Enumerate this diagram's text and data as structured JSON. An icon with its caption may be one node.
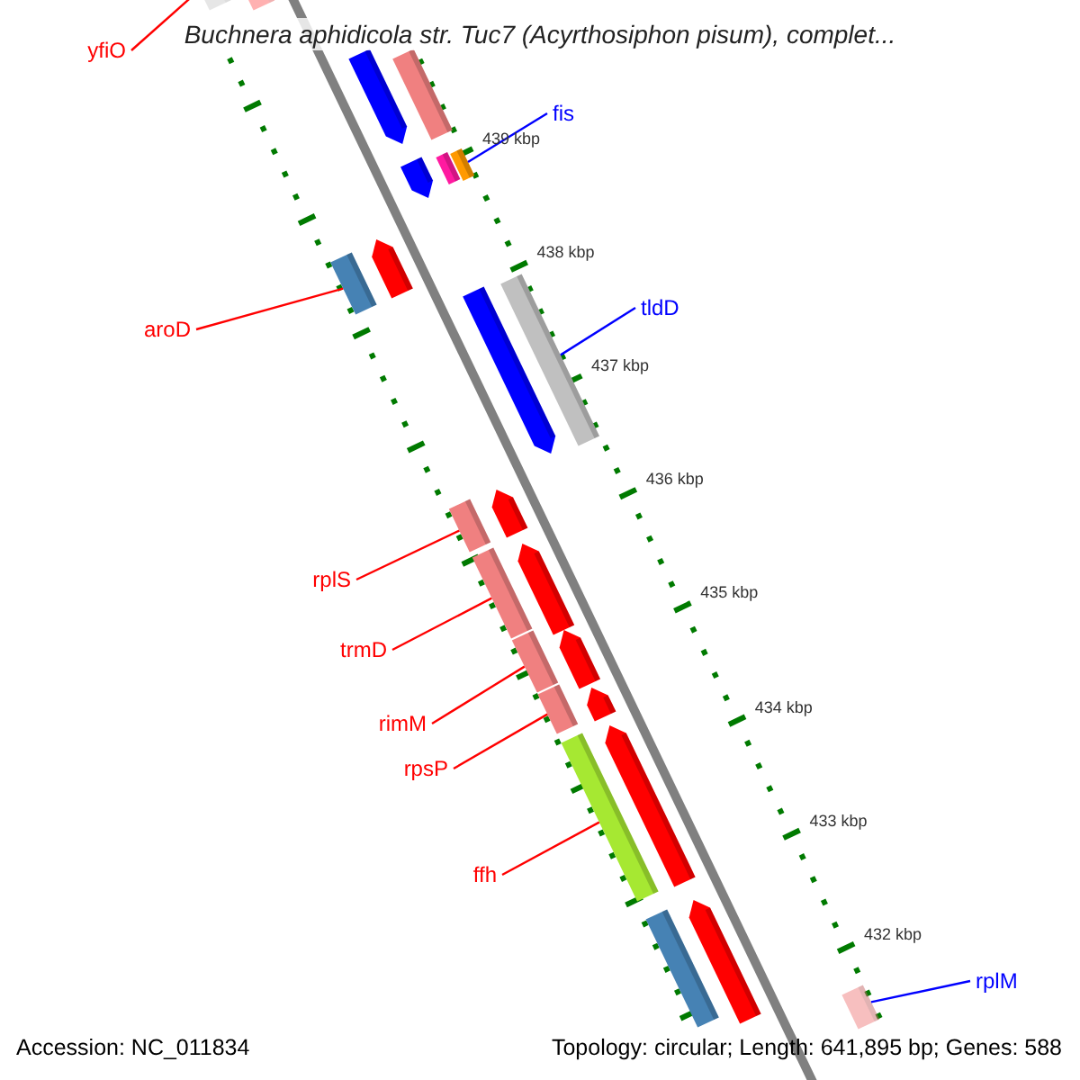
{
  "diagram": {
    "title": "Buchnera aphidicola str. Tuc7 (Acyrthosiphon pisum), complet...",
    "nodes": [
      {
        "text": [
          "yfiO"
        ]
      },
      {
        "text": [
          "fis"
        ]
      },
      {
        "text": [
          "aroD"
        ]
      },
      {
        "text": [
          "tldD"
        ]
      },
      {
        "text": [
          "rplS"
        ]
      },
      {
        "text": [
          "trmD"
        ]
      },
      {
        "text": [
          "rimM"
        ]
      },
      {
        "text": [
          "rpsP"
        ]
      },
      {
        "text": [
          "ffh"
        ]
      },
      {
        "text": [
          "rplM"
        ]
      },
      {
        "text": [],
        "shape": "bar"
      },
      {
        "text": [],
        "shape": "bar"
      },
      {
        "text": [],
        "shape": "bar"
      },
      {
        "text": [],
        "shape": "bar"
      },
      {
        "text": [],
        "shape": "bar"
      },
      {
        "text": [],
        "shape": "bar"
      },
      {
        "text": [],
        "shape": "bar"
      },
      {
        "text": [],
        "shape": "bar"
      },
      {
        "text": [],
        "shape": "bar"
      },
      {
        "text": [],
        "shape": "bar"
      },
      {
        "text": [],
        "shape": "bar"
      },
      {
        "text": [],
        "shape": "bar"
      },
      {
        "text": [],
        "shape": "bar"
      },
      {
        "text": [],
        "shape": "bar"
      },
      {
        "text": [],
        "shape": "bar"
      },
      {
        "text": [],
        "shape": "bar"
      },
      {
        "text": [],
        "shape": "bar"
      },
      {
        "text": [],
        "shape": "bar"
      },
      {
        "text": [],
        "shape": "bar"
      },
      {
        "text": [],
        "shape": "bar"
      },
      {
        "text": [],
        "shape": "bar"
      },
      {
        "text": [],
        "shape": "bar"
      },
      {
        "text": [],
        "shape": "bar"
      },
      {
        "text": [],
        "shape": "bar"
      }
    ],
    "edges": [
      {
        "from": 0,
        "to": 10,
        "arrow": "none"
      },
      {
        "from": 1,
        "to": 16,
        "arrow": "none",
        "color": "#0000ff"
      },
      {
        "from": 2,
        "to": 17,
        "arrow": "none"
      },
      {
        "from": 3,
        "to": 20,
        "arrow": "none",
        "color": "#0000ff"
      },
      {
        "from": 4,
        "to": 21,
        "arrow": "none"
      },
      {
        "from": 5,
        "to": 23,
        "arrow": "none"
      },
      {
        "from": 6,
        "to": 25,
        "arrow": "none"
      },
      {
        "from": 7,
        "to": 27,
        "arrow": "none"
      },
      {
        "from": 8,
        "to": 29,
        "arrow": "none"
      },
      {
        "from": 9,
        "to": 33,
        "arrow": "none",
        "color": "#0000ff"
      }
    ],
    "labels": [
      "439 kbp",
      "438 kbp",
      "437 kbp",
      "436 kbp",
      "435 kbp",
      "434 kbp",
      "433 kbp",
      "432 kbp",
      "Accession: NC_011834",
      "Topology: circular; Length: 641,895 bp; Genes: 588"
    ]
  }
}
